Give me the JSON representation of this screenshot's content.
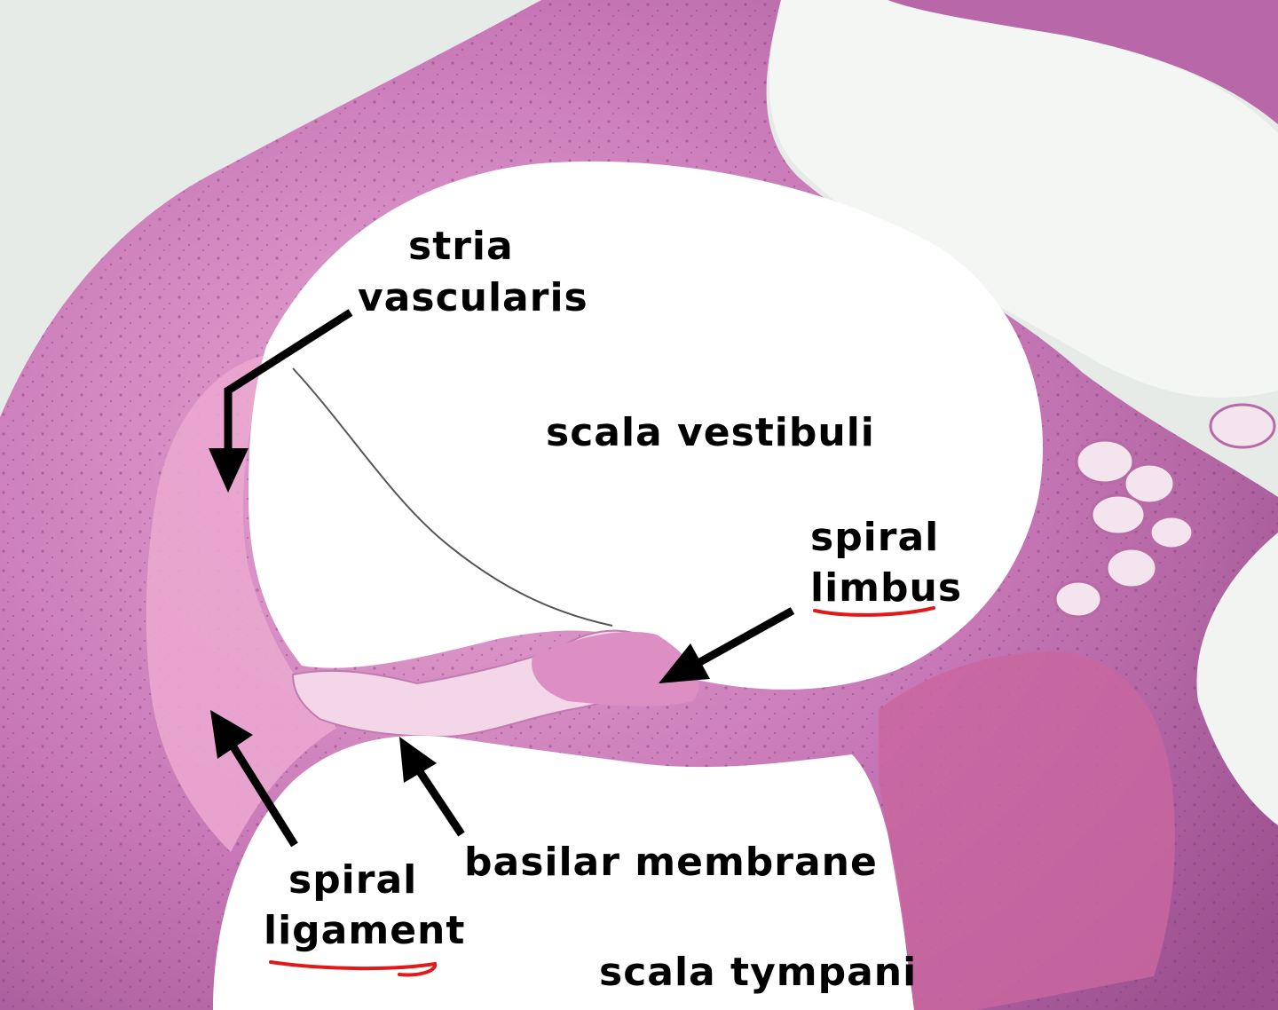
{
  "image": {
    "description_free": true,
    "colors": {
      "background": "#e6ebe8",
      "tissue_dark": "#9a4f8e",
      "tissue_mid": "#c777b6",
      "tissue_light": "#e7a6d2",
      "lumen": "#ffffff",
      "arrow": "#000000",
      "underline": "#e0191a"
    }
  },
  "labels": {
    "stria_line1": "stria",
    "stria_line2": "vascularis",
    "scala_vestibuli": "scala vestibuli",
    "spiral_limbus_line1": "spiral",
    "spiral_limbus_line2": "limbus",
    "basilar_membrane": "basilar membrane",
    "spiral_ligament_line1": "spiral",
    "spiral_ligament_line2": "ligament",
    "scala_tympani": "scala tympani"
  }
}
